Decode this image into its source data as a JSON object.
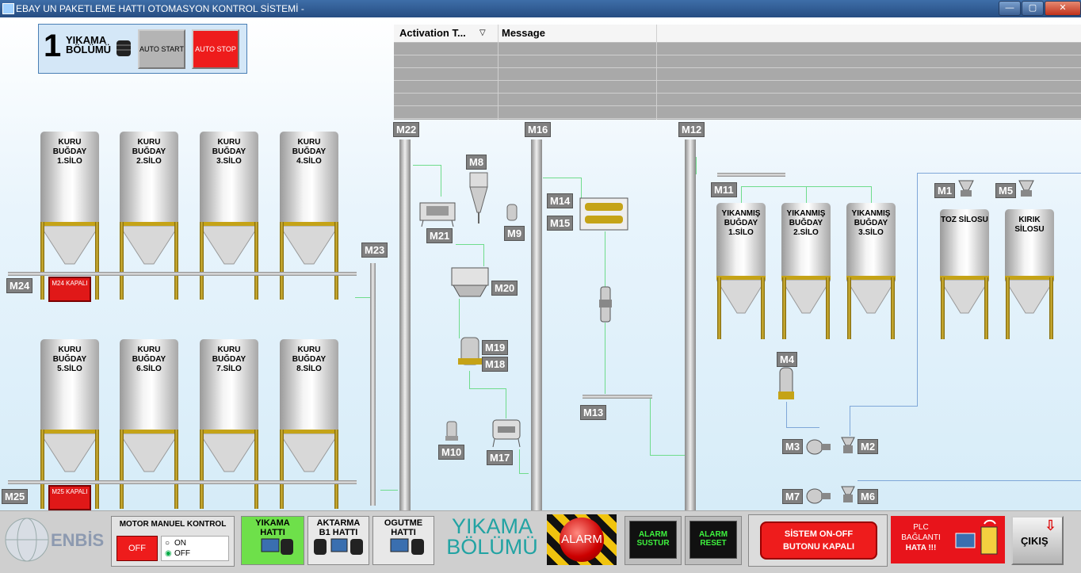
{
  "window": {
    "title": "EBAY UN PAKETLEME HATTI OTOMASYON KONTROL SİSTEMİ -",
    "min": "—",
    "max": "▢",
    "close": "✕"
  },
  "header": {
    "number": "1",
    "section_line1": "YIKAMA",
    "section_line2": "BÖLÜMÜ",
    "auto_start": "AUTO START",
    "auto_stop": "AUTO STOP",
    "start_color": "#b4b4b4",
    "stop_color": "#ee1c1c"
  },
  "alarm_table": {
    "col1": "Activation T...",
    "col2": "Message",
    "sort_icon": "▽"
  },
  "silos_top": [
    {
      "label": "KURU BUĞDAY 1.SİLO"
    },
    {
      "label": "KURU BUĞDAY 2.SİLO"
    },
    {
      "label": "KURU BUĞDAY 3.SİLO"
    },
    {
      "label": "KURU BUĞDAY 4.SİLO"
    }
  ],
  "silos_bottom": [
    {
      "label": "KURU BUĞDAY 5.SİLO"
    },
    {
      "label": "KURU BUĞDAY 6.SİLO"
    },
    {
      "label": "KURU BUĞDAY 7.SİLO"
    },
    {
      "label": "KURU BUĞDAY 8.SİLO"
    }
  ],
  "silos_washed": [
    {
      "label": "YIKANMIŞ BUĞDAY 1.SİLO"
    },
    {
      "label": "YIKANMIŞ BUĞDAY 2.SİLO"
    },
    {
      "label": "YIKANMIŞ BUĞDAY 3.SİLO"
    }
  ],
  "silos_other": [
    {
      "label": "TOZ SİLOSU"
    },
    {
      "label": "KIRIK SİLOSU"
    }
  ],
  "status": {
    "m24": "M24 KAPALI",
    "m25": "M25 KAPALI"
  },
  "motors": {
    "m1": "M1",
    "m2": "M2",
    "m3": "M3",
    "m4": "M4",
    "m5": "M5",
    "m6": "M6",
    "m7": "M7",
    "m8": "M8",
    "m9": "M9",
    "m10": "M10",
    "m11": "M11",
    "m12": "M12",
    "m13": "M13",
    "m14": "M14",
    "m15": "M15",
    "m16": "M16",
    "m17": "M17",
    "m18": "M18",
    "m19": "M19",
    "m20": "M20",
    "m21": "M21",
    "m22": "M22",
    "m23": "M23",
    "m24": "M24",
    "m25": "M25"
  },
  "bottom": {
    "logo": "ENBİS",
    "manual_title": "MOTOR MANUEL KONTROL",
    "manual_off": "OFF",
    "radio_on": "ON",
    "radio_off": "OFF",
    "nav_wash_1": "YIKAMA",
    "nav_wash_2": "HATTI",
    "nav_transfer_1": "AKTARMA",
    "nav_transfer_2": "B1 HATTI",
    "nav_grind_1": "OGUTME",
    "nav_grind_2": "HATTI",
    "section_title_1": "YIKAMA",
    "section_title_2": "BÖLÜMÜ",
    "alarm": "ALARM",
    "alarm_mute_1": "ALARM",
    "alarm_mute_2": "SUSTUR",
    "alarm_reset_1": "ALARM",
    "alarm_reset_2": "RESET",
    "system_1": "SİSTEM ON-OFF",
    "system_2": "BUTONU KAPALI",
    "plc_1": "PLC",
    "plc_2": "BAĞLANTI",
    "plc_3": "HATA !!!",
    "exit": "ÇIKIŞ"
  }
}
